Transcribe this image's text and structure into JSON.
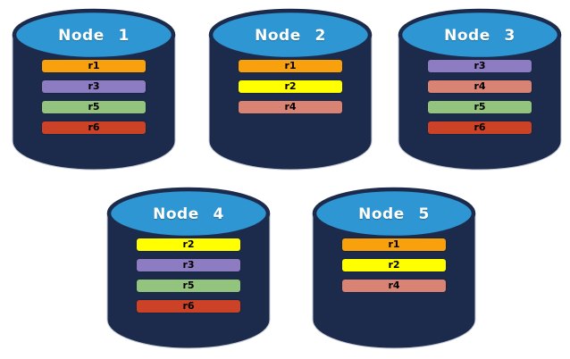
{
  "diagram": {
    "description_labels": [],
    "colors": {
      "cylinder_body": "#1C2B4B",
      "cylinder_top": "#2E96D2",
      "title_text": "#FFFFFF",
      "replica_label_text": "#000000",
      "replica_colors": {
        "r1": "#F9A10D",
        "r2": "#FFFF00",
        "r3": "#8E7CC3",
        "r4": "#D98374",
        "r5": "#93C47D",
        "r6": "#CB4227"
      }
    },
    "nodes": [
      {
        "label": "Node 1",
        "replicas": [
          "r1",
          "r3",
          "r5",
          "r6"
        ]
      },
      {
        "label": "Node 2",
        "replicas": [
          "r1",
          "r2",
          "r4"
        ]
      },
      {
        "label": "Node 3",
        "replicas": [
          "r3",
          "r4",
          "r5",
          "r6"
        ]
      },
      {
        "label": "Node 4",
        "replicas": [
          "r2",
          "r3",
          "r5",
          "r6"
        ]
      },
      {
        "label": "Node 5",
        "replicas": [
          "r1",
          "r2",
          "r4"
        ]
      }
    ]
  }
}
